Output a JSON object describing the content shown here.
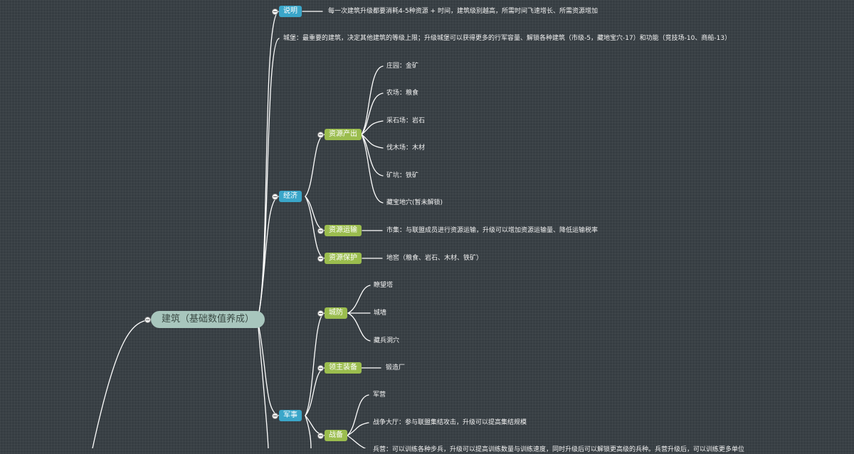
{
  "root": {
    "label": "建筑（基础数值养成）"
  },
  "branches": {
    "desc": {
      "label": "说明",
      "items": [
        "每一次建筑升级都要消耗4-5种资源 + 时间，建筑级别越高，所需时间飞速增长、所需资源增加"
      ]
    },
    "castle": {
      "text": "城堡：最重要的建筑，决定其他建筑的等级上限；升级城堡可以获得更多的行军容量、解锁各种建筑（市级-5，藏地宝穴-17）和功能（竞技场-10、商船-13）"
    },
    "economy": {
      "label": "经济",
      "children": {
        "production": {
          "label": "资源产出",
          "items": [
            "庄园：金矿",
            "农场：粮食",
            "采石场：岩石",
            "伐木场：木材",
            "矿坑：铁矿",
            "藏宝地穴(暂未解锁)"
          ]
        },
        "transport": {
          "label": "资源运输",
          "items": [
            "市集：与联盟成员进行资源运输，升级可以增加资源运输量、降低运输税率"
          ]
        },
        "protect": {
          "label": "资源保护",
          "items": [
            "地窖（粮食、岩石、木材、铁矿）"
          ]
        }
      }
    },
    "military": {
      "label": "军事",
      "children": {
        "defense": {
          "label": "城防",
          "items": [
            "瞭望塔",
            "城墙",
            "藏兵洞穴"
          ]
        },
        "equip": {
          "label": "领主装备",
          "items": [
            "锻造厂"
          ]
        },
        "war": {
          "label": "战备",
          "items": [
            "军营",
            "战争大厅：参与联盟集结攻击，升级可以提高集结规模",
            "兵营：可以训练各种步兵，升级可以提高训练数量与训练速度，同时升级后可以解锁更高级的兵种。兵营升级后，可以训练更多单位"
          ]
        }
      }
    }
  },
  "colors": {
    "level1": "#3aa6c9",
    "level2": "#9bbd4e",
    "root": "#a8c6bd",
    "background": "#363d42",
    "line": "#ffffff"
  }
}
